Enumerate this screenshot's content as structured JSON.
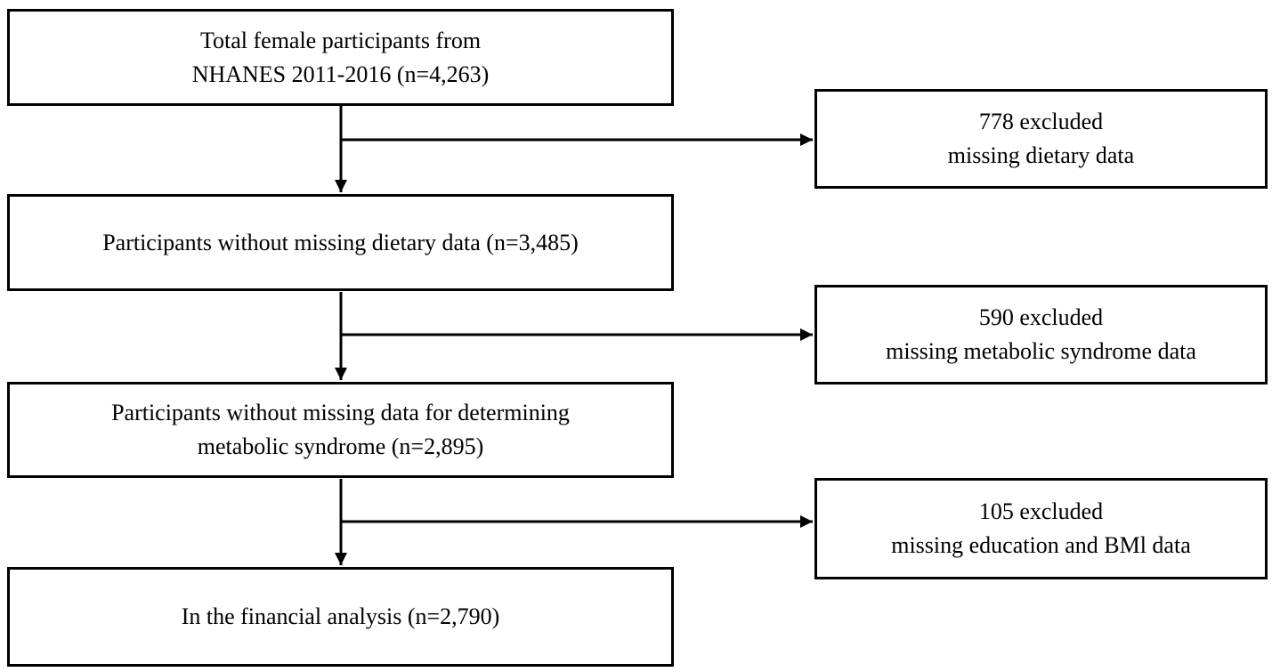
{
  "flowchart": {
    "main_boxes": [
      {
        "id": "total-participants",
        "lines": [
          "Total female participants from",
          "NHANES 2011-2016 (n=4,263)"
        ]
      },
      {
        "id": "without-missing-dietary",
        "lines": [
          "Participants without missing dietary data (n=3,485)"
        ]
      },
      {
        "id": "without-missing-metabolic",
        "lines": [
          "Participants without missing data for determining",
          "metabolic syndrome (n=2,895)"
        ]
      },
      {
        "id": "final-analysis",
        "lines": [
          "In the financial analysis (n=2,790)"
        ]
      }
    ],
    "exclusion_boxes": [
      {
        "id": "excluded-dietary",
        "lines": [
          "778 excluded",
          "missing dietary data"
        ]
      },
      {
        "id": "excluded-metabolic",
        "lines": [
          "590 excluded",
          "missing metabolic syndrome data"
        ]
      },
      {
        "id": "excluded-education-bmi",
        "lines": [
          "105 excluded",
          "missing education and BMl data"
        ]
      }
    ],
    "colors": {
      "border": "#000000",
      "background": "#ffffff",
      "text": "#000000",
      "arrow": "#000000"
    }
  }
}
